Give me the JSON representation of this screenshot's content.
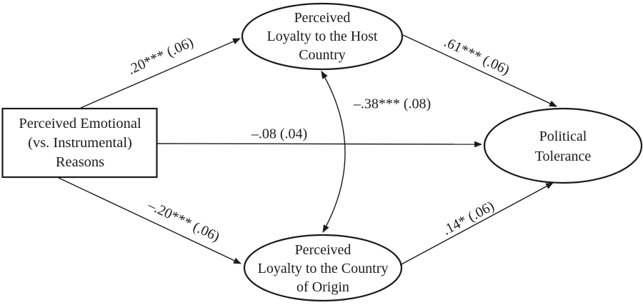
{
  "colors": {
    "ink": "#1b1b1b",
    "background": "#ffffff"
  },
  "nodes": {
    "reasons": {
      "shape": "rectangle",
      "lines": [
        "Perceived Emotional",
        "(vs. Instrumental)",
        "Reasons"
      ]
    },
    "host_loyalty": {
      "shape": "ellipse",
      "lines": [
        "Perceived",
        "Loyalty to the Host",
        "Country"
      ]
    },
    "origin_loyalty": {
      "shape": "ellipse",
      "lines": [
        "Perceived",
        "Loyalty to the Country",
        "of Origin"
      ]
    },
    "tolerance": {
      "shape": "ellipse",
      "lines": [
        "Political",
        "Tolerance"
      ]
    }
  },
  "paths": {
    "reasons_to_host": {
      "label": ".20*** (.06)"
    },
    "reasons_to_tolerance": {
      "label": "–.08 (.04)"
    },
    "reasons_to_origin": {
      "label": "–.20*** (.06)"
    },
    "host_to_tolerance": {
      "label": ".61*** (.06)"
    },
    "origin_to_tolerance": {
      "label": ".14* (.06)"
    },
    "host_origin_covariance": {
      "label": "–.38*** (.08)"
    }
  }
}
